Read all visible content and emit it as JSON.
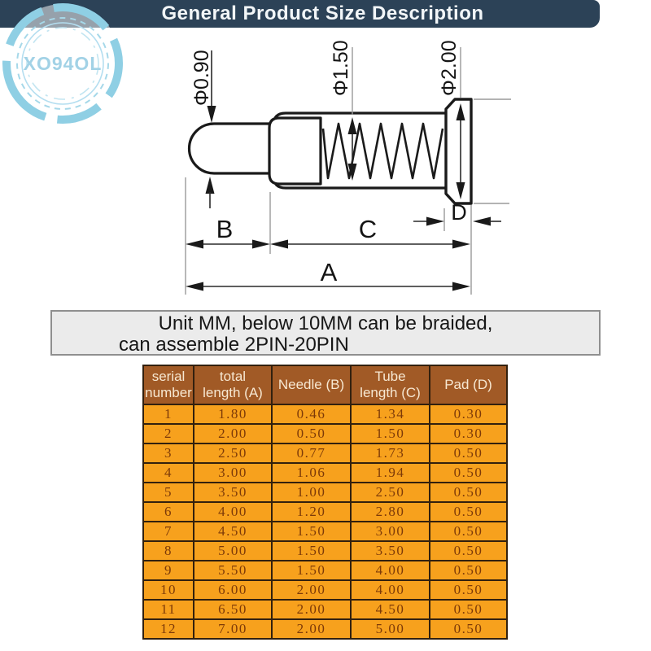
{
  "title_bar": {
    "title": "General Product Size Description"
  },
  "watermark": {
    "text": "XO94OL"
  },
  "diagram": {
    "dia_labels": {
      "needle": "Φ0.90",
      "spring": "Φ1.50",
      "pad": "Φ2.00"
    },
    "dim_labels": {
      "needle": "B",
      "tube": "C",
      "pad": "D",
      "total": "A"
    }
  },
  "note": {
    "line1": "Unit MM, below 10MM can be braided,",
    "line2": "can assemble 2PIN-20PIN"
  },
  "size_table": {
    "columns": [
      "serial\nnumber",
      "total\nlength (A)",
      "Needle (B)",
      "Tube\nlength (C)",
      "Pad (D)"
    ],
    "rows": [
      [
        "1",
        "1.80",
        "0.46",
        "1.34",
        "0.30"
      ],
      [
        "2",
        "2.00",
        "0.50",
        "1.50",
        "0.30"
      ],
      [
        "3",
        "2.50",
        "0.77",
        "1.73",
        "0.50"
      ],
      [
        "4",
        "3.00",
        "1.06",
        "1.94",
        "0.50"
      ],
      [
        "5",
        "3.50",
        "1.00",
        "2.50",
        "0.50"
      ],
      [
        "6",
        "4.00",
        "1.20",
        "2.80",
        "0.50"
      ],
      [
        "7",
        "4.50",
        "1.50",
        "3.00",
        "0.50"
      ],
      [
        "8",
        "5.00",
        "1.50",
        "3.50",
        "0.50"
      ],
      [
        "9",
        "5.50",
        "1.50",
        "4.00",
        "0.50"
      ],
      [
        "10",
        "6.00",
        "2.00",
        "4.00",
        "0.50"
      ],
      [
        "11",
        "6.50",
        "2.00",
        "4.50",
        "0.50"
      ],
      [
        "12",
        "7.00",
        "2.00",
        "5.00",
        "0.50"
      ]
    ]
  },
  "colors": {
    "title_bar_bg": "#2c4257",
    "watermark_blue": "#9fd4e6",
    "note_bg": "#ebebeb",
    "table_header_bg": "#a15a26",
    "table_header_text": "#f7e8d2",
    "table_body_bg": "#f7a11d",
    "table_body_text": "#7d3a08",
    "table_border": "#32200e",
    "drawing_line": "#1a1a1a"
  }
}
